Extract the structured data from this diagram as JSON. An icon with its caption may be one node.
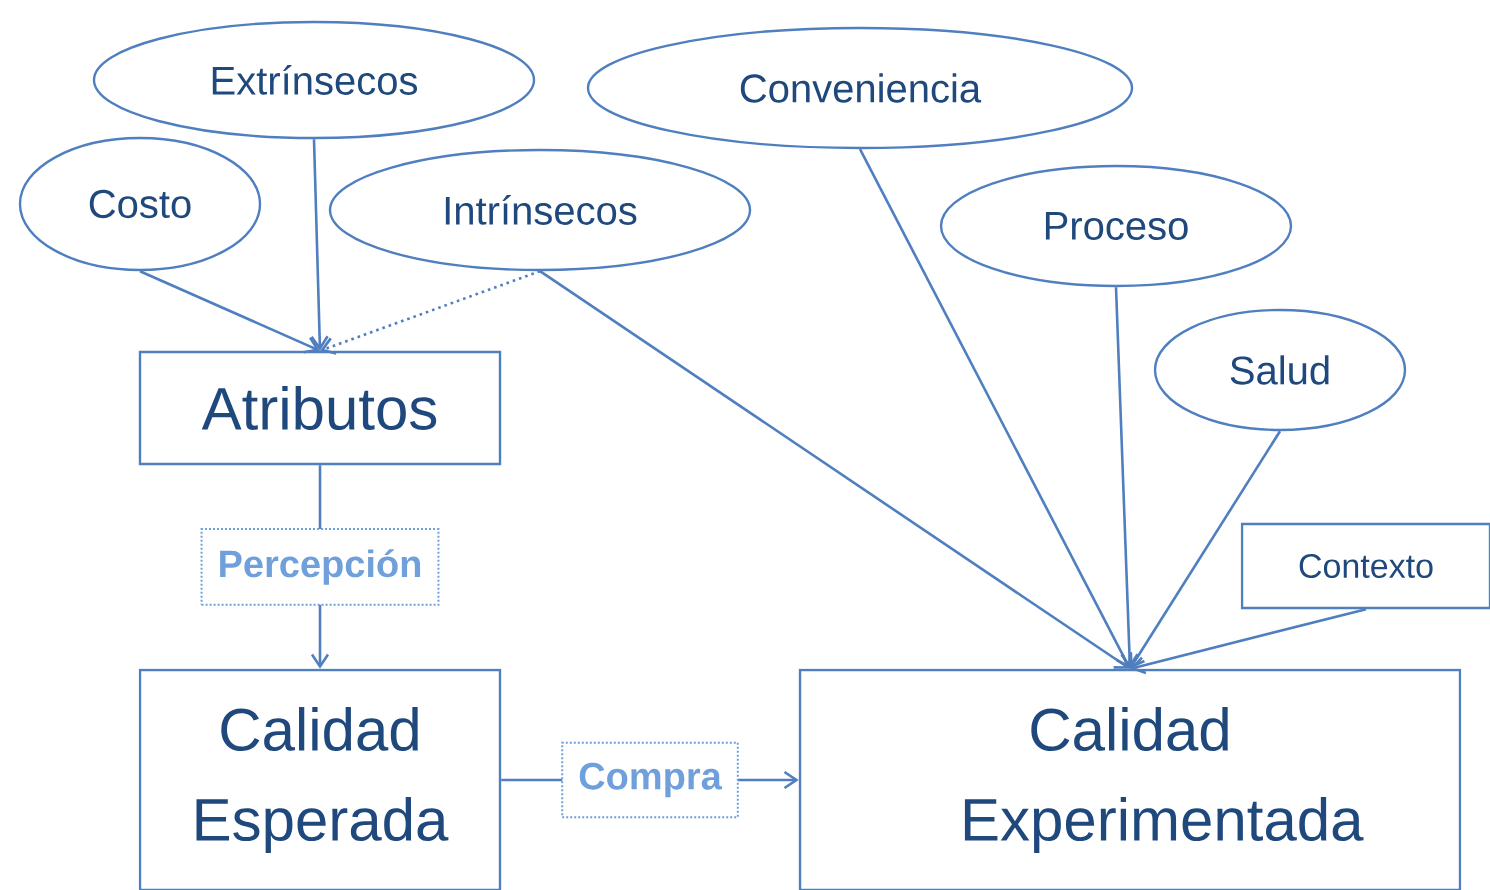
{
  "diagram": {
    "nodes": [
      {
        "text": [
          "Extrínsecos"
        ]
      },
      {
        "text": [
          "Conveniencia"
        ]
      },
      {
        "text": [
          "Costo"
        ]
      },
      {
        "text": [
          "Intrínsecos"
        ]
      },
      {
        "text": [
          "Proceso"
        ]
      },
      {
        "text": [
          "Salud"
        ]
      },
      {
        "text": [
          "Atributos"
        ]
      },
      {
        "text": [
          "Contexto"
        ]
      },
      {
        "text": [
          "Calidad Esperada"
        ]
      },
      {
        "text": [
          "Calidad Experimentada"
        ]
      }
    ],
    "edges": [
      {
        "from": 0,
        "to": 6,
        "arrow": "to"
      },
      {
        "from": 2,
        "to": 6,
        "arrow": "to"
      },
      {
        "from": 3,
        "to": 6,
        "arrow": "to",
        "style": "dashed"
      },
      {
        "from": 3,
        "to": 9,
        "arrow": "to"
      },
      {
        "from": 1,
        "to": 9,
        "arrow": "to"
      },
      {
        "from": 4,
        "to": 9,
        "arrow": "to"
      },
      {
        "from": 5,
        "to": 9,
        "arrow": "to"
      },
      {
        "from": 7,
        "to": 9,
        "arrow": "to"
      },
      {
        "from": 6,
        "to": 8,
        "arrow": "to",
        "label": "Percepción"
      },
      {
        "from": 8,
        "to": 9,
        "arrow": "to",
        "label": "Compra"
      }
    ]
  }
}
